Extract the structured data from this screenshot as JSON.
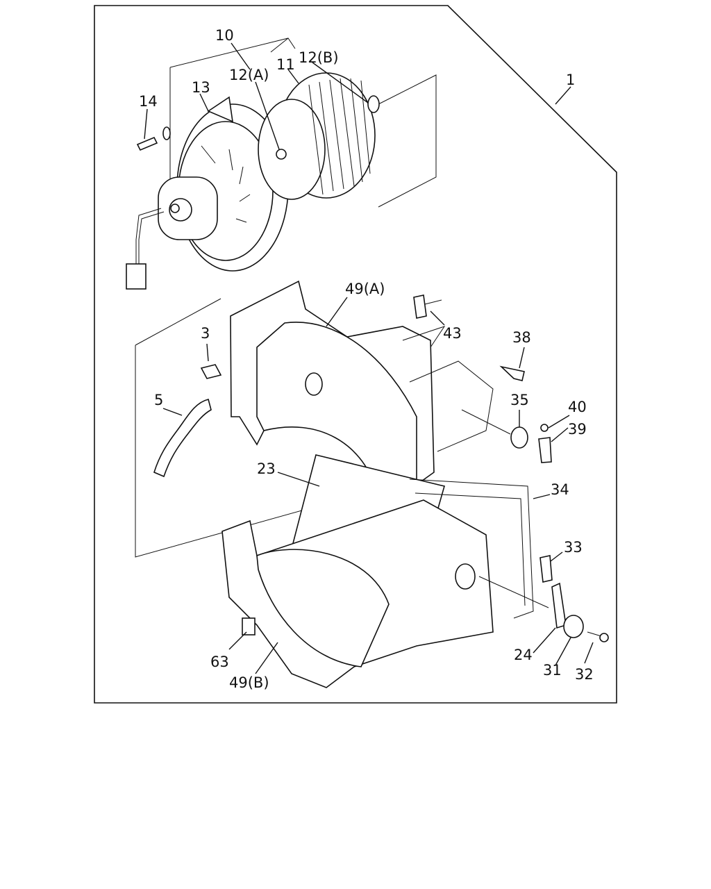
{
  "callouts": {
    "c1": "1",
    "c3": "3",
    "c5": "5",
    "c10": "10",
    "c11": "11",
    "c12a": "12(A)",
    "c12b": "12(B)",
    "c13": "13",
    "c14": "14",
    "c23": "23",
    "c24": "24",
    "c31": "31",
    "c32": "32",
    "c33": "33",
    "c34": "34",
    "c35": "35",
    "c38": "38",
    "c39": "39",
    "c40": "40",
    "c43": "43",
    "c49a": "49(A)",
    "c49b": "49(B)",
    "c63": "63"
  }
}
